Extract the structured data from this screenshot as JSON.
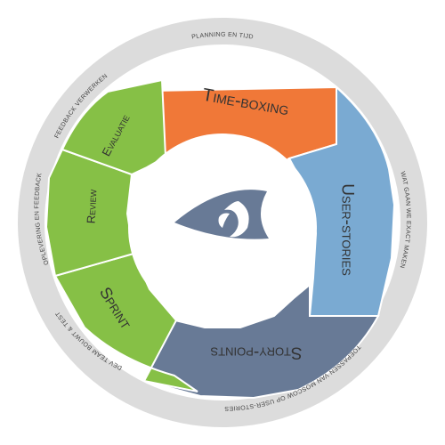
{
  "segments": {
    "time_boxing": {
      "label": "Time-boxing",
      "color": "#f07838"
    },
    "user_stories": {
      "label": "User-stories",
      "color": "#7aaad2"
    },
    "story_points": {
      "label": "Story-points",
      "color": "#687a96"
    },
    "sprint": {
      "label": "Sprint",
      "color": "#86c046"
    },
    "review": {
      "label": "Review",
      "color": "#86c046"
    },
    "evaluatie": {
      "label": "Evaluatie",
      "color": "#86c046"
    }
  },
  "ring": {
    "planning": "PLANNING EN TIJD",
    "wat_gaan": "WAT GAAN WE EXACT MAKEN",
    "toepassen": "TOEPASSEN VAN MOSCOW OP USER-STORIES",
    "dev_team": "DEV TEAM BOUWT & TEST",
    "oplevering": "OPLEVERING EN FEEDBACK",
    "feedback": "FEEDBACK VERWERKEN"
  },
  "center": {
    "icon": "stylized-eye-logo"
  },
  "colors": {
    "outer_ring": "#dcdcdc",
    "segment_border": "#ffffff",
    "logo": "#687a96"
  }
}
